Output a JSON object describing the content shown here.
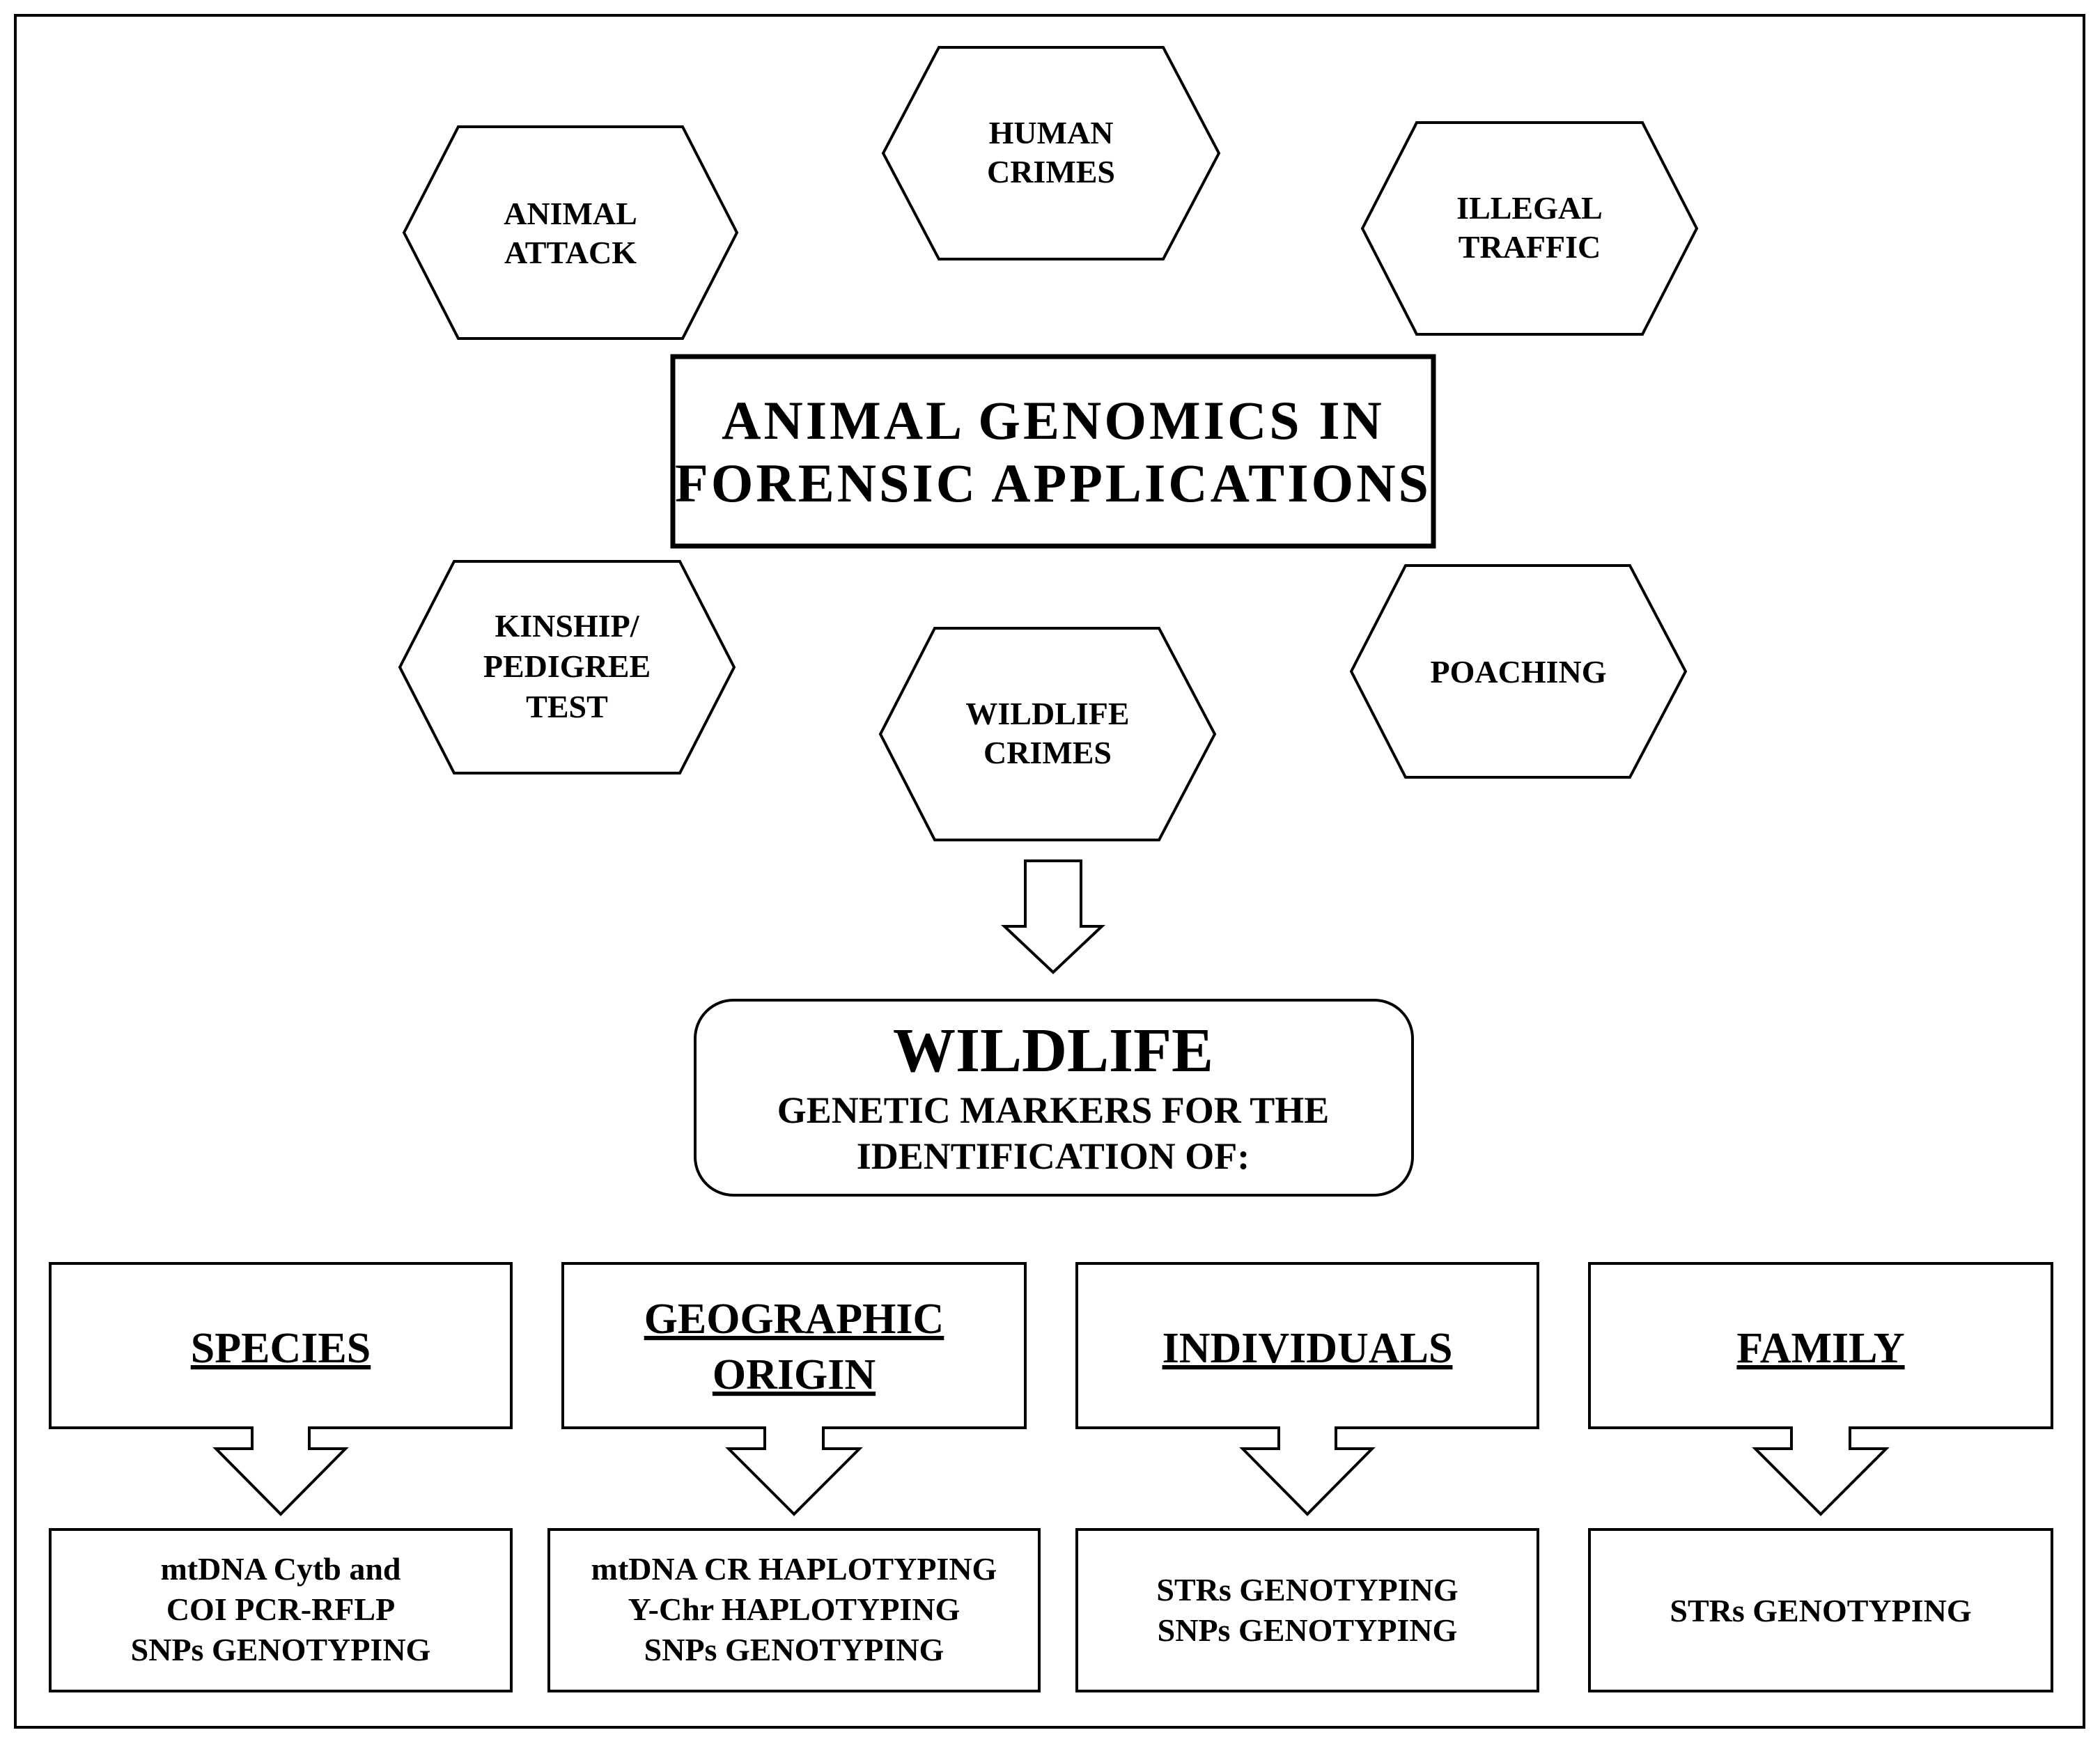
{
  "diagram": {
    "center_title": [
      "ANIMAL GENOMICS IN",
      "FORENSIC APPLICATIONS"
    ],
    "applications": [
      {
        "id": "animal-attack",
        "lines": [
          "ANIMAL",
          "ATTACK"
        ]
      },
      {
        "id": "human-crimes",
        "lines": [
          "HUMAN",
          "CRIMES"
        ]
      },
      {
        "id": "illegal-traffic",
        "lines": [
          "ILLEGAL",
          "TRAFFIC"
        ]
      },
      {
        "id": "kinship-pedigree-test",
        "lines": [
          "KINSHIP/",
          "PEDIGREE",
          "TEST"
        ]
      },
      {
        "id": "wildlife-crimes",
        "lines": [
          "WILDLIFE",
          "CRIMES"
        ]
      },
      {
        "id": "poaching",
        "lines": [
          "POACHING"
        ]
      }
    ],
    "wildlife_box": {
      "title": "WILDLIFE",
      "subtitle": [
        "GENETIC MARKERS FOR THE",
        "IDENTIFICATION OF:"
      ]
    },
    "categories": [
      {
        "id": "species",
        "label": [
          "SPECIES"
        ],
        "markers": [
          "mtDNA Cytb and",
          "COI PCR-RFLP",
          "SNPs GENOTYPING"
        ]
      },
      {
        "id": "geographic-origin",
        "label": [
          "GEOGRAPHIC",
          "ORIGIN"
        ],
        "markers": [
          "mtDNA CR HAPLOTYPING",
          "Y-Chr HAPLOTYPING",
          "SNPs GENOTYPING"
        ]
      },
      {
        "id": "individuals",
        "label": [
          "INDIVIDUALS"
        ],
        "markers": [
          "STRs GENOTYPING",
          "SNPs GENOTYPING"
        ]
      },
      {
        "id": "family",
        "label": [
          "FAMILY"
        ],
        "markers": [
          "STRs GENOTYPING"
        ]
      }
    ]
  }
}
